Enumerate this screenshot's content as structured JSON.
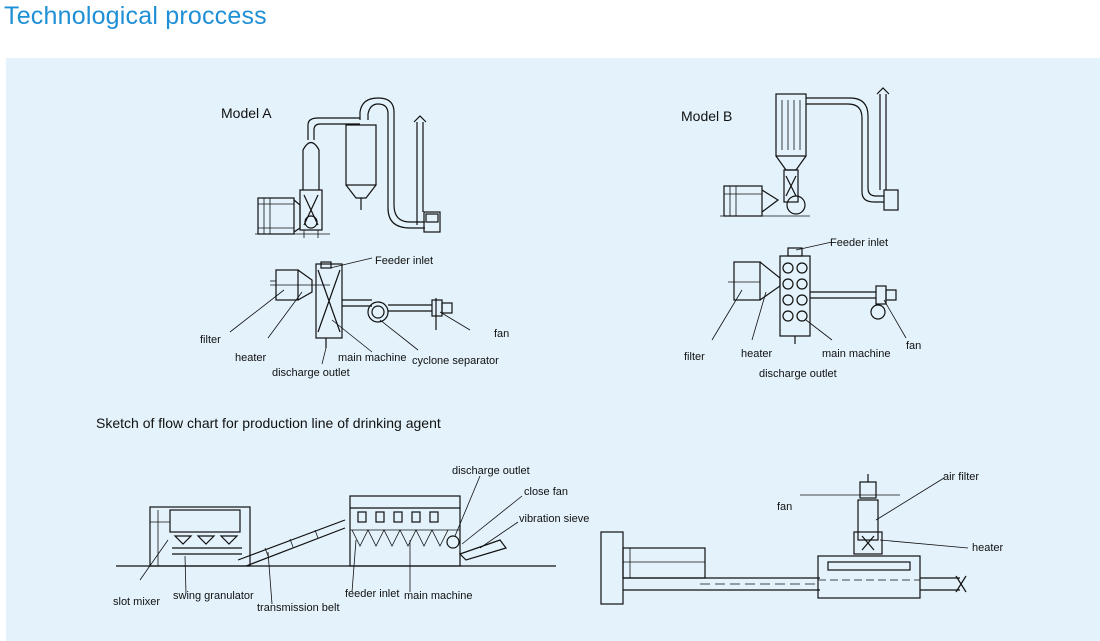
{
  "page": {
    "title": "Technological proccess"
  },
  "model_a": {
    "title": "Model A",
    "labels": {
      "feeder_inlet": "Feeder inlet",
      "filter": "filter",
      "heater": "heater",
      "main_machine": "main machine",
      "cyclone_separator": "cyclone separator",
      "discharge_outlet": "discharge outlet",
      "fan": "fan"
    }
  },
  "model_b": {
    "title": "Model B",
    "labels": {
      "feeder_inlet": "Feeder inlet",
      "filter": "filter",
      "heater": "heater",
      "main_machine": "main machine",
      "fan": "fan",
      "discharge_outlet": "discharge outlet"
    }
  },
  "flow_chart": {
    "title": "Sketch of flow chart for production line of drinking agent",
    "labels": {
      "discharge_outlet": "discharge outlet",
      "close_fan": "close fan",
      "vibration_sieve": "vibration sieve",
      "slot_mixer": "slot mixer",
      "swing_granulator": "swing granulator",
      "transmission_belt": "transmission belt",
      "feeder_inlet": "feeder inlet",
      "main_machine": "main machine"
    }
  },
  "plan_view": {
    "labels": {
      "air_filter": "air filter",
      "fan": "fan",
      "heater": "heater"
    }
  }
}
